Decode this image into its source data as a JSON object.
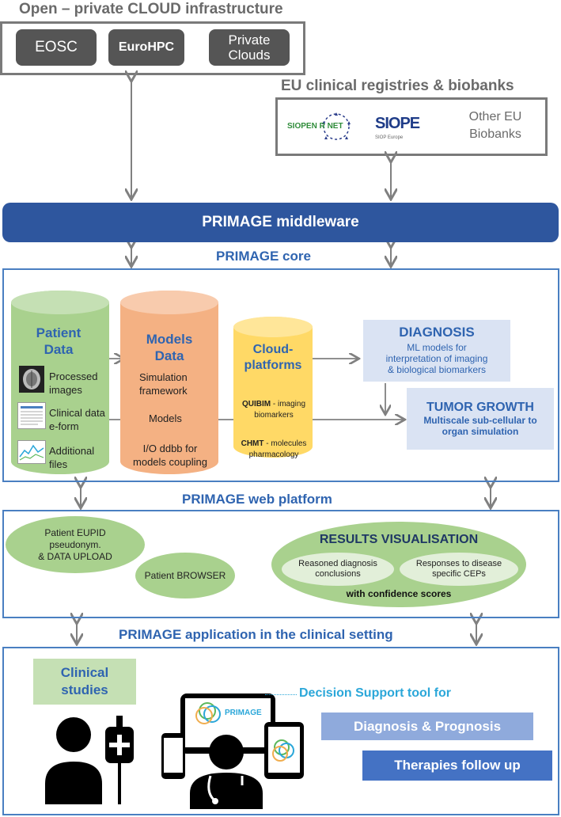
{
  "cloud": {
    "title": "Open – private CLOUD infrastructure",
    "items": [
      "EOSC",
      "EuroHPC",
      "Private\nClouds"
    ]
  },
  "registries": {
    "title": "EU clinical registries & biobanks",
    "logo_siopen": "SIOPEN R NET",
    "logo_siope": "SIOPE",
    "logo_siope_sub": "SIOP Europe",
    "other": "Other EU\nBiobanks"
  },
  "middleware": {
    "label": "PRIMAGE middleware"
  },
  "core": {
    "title": "PRIMAGE core",
    "patient_data": {
      "title": "Patient\nData",
      "items": [
        "Processed\nimages",
        "Clinical data\ne-form",
        "Additional\nfiles"
      ]
    },
    "models_data": {
      "title": "Models\nData",
      "items": [
        "Simulation\nframework",
        "Models",
        "I/O ddbb for\nmodels coupling"
      ]
    },
    "cloud_platforms": {
      "title": "Cloud-\nplatforms",
      "item1_bold": "QUIBIM",
      "item1_rest": " - imaging\nbiomarkers",
      "item2_bold": "CHMT",
      "item2_rest": " - molecules\npharmacology"
    },
    "diagnosis": {
      "title": "DIAGNOSIS",
      "desc": "ML models for\ninterpretation of imaging\n& biological biomarkers"
    },
    "tumor": {
      "title": "TUMOR GROWTH",
      "desc": "Multiscale sub-cellular to\norgan simulation"
    }
  },
  "web": {
    "title": "PRIMAGE web platform",
    "eupid": "Patient EUPID\npseudonym.\n& DATA UPLOAD",
    "browser": "Patient BROWSER",
    "results_title": "RESULTS VISUALISATION",
    "reasoned": "Reasoned diagnosis\nconclusions",
    "responses": "Responses to disease\nspecific CEPs",
    "confidence": "with confidence scores"
  },
  "clinical": {
    "title": "PRIMAGE application in the clinical setting",
    "studies": "Clinical\nstudies",
    "dst": "Decision Support tool for",
    "diagnosis": "Diagnosis & Prognosis",
    "therapies": "Therapies follow up",
    "screen_logo": "PRIMAGE"
  },
  "colors": {
    "middleware": "#2e569e",
    "section_title": "#2f64b0",
    "patient_cyl": "#a9d18e",
    "models_cyl": "#f4b183",
    "cloud_cyl": "#ffd966",
    "diagnosis_box": "#dae3f3",
    "diag_prog": "#8faadc",
    "therapies": "#4472c4",
    "dst_text": "#2ba7d9"
  }
}
